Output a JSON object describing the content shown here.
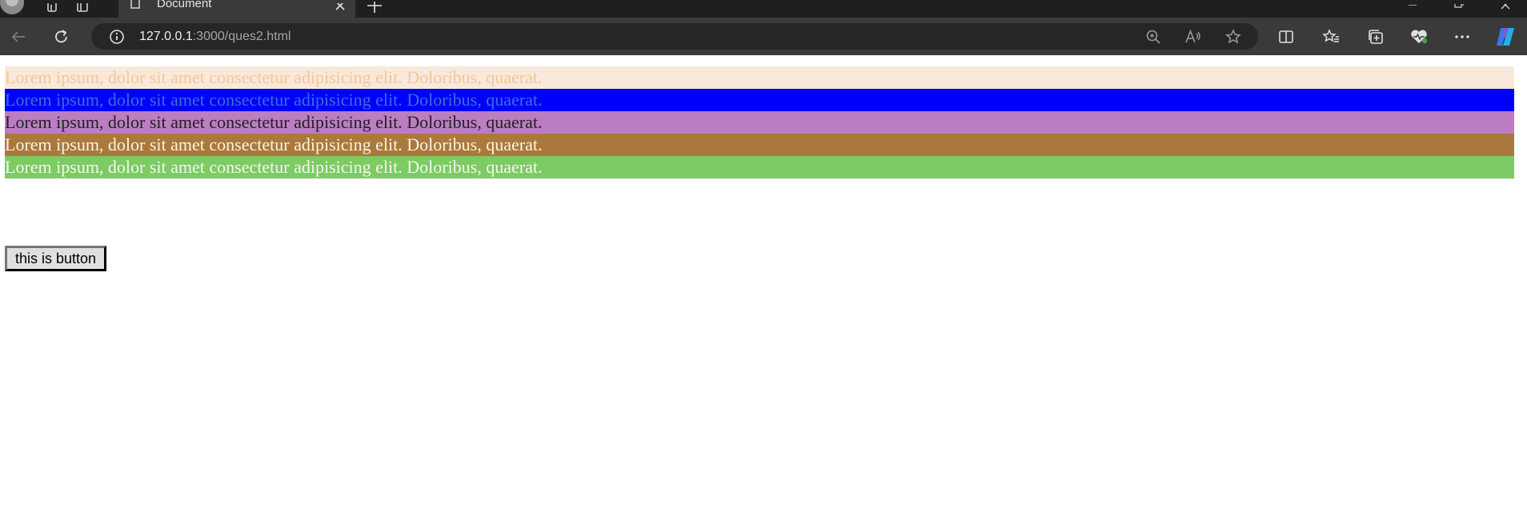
{
  "browser": {
    "tab_title": "Document",
    "url_host": "127.0.0.1",
    "url_path": ":3000/ques2.html"
  },
  "page": {
    "paragraphs": [
      {
        "text": "Lorem ipsum, dolor sit amet consectetur adipisicing elit. Doloribus, quaerat.",
        "bg": "#f8e9da",
        "color": "#f5c797"
      },
      {
        "text": "Lorem ipsum, dolor sit amet consectetur adipisicing elit. Doloribus, quaerat.",
        "bg": "#0000ff",
        "color": "#3a6fd8"
      },
      {
        "text": "Lorem ipsum, dolor sit amet consectetur adipisicing elit. Doloribus, quaerat.",
        "bg": "#bb7ec2",
        "color": "#222222"
      },
      {
        "text": "Lorem ipsum, dolor sit amet consectetur adipisicing elit. Doloribus, quaerat.",
        "bg": "#aa793b",
        "color": "#fbf3e6"
      },
      {
        "text": "Lorem ipsum, dolor sit amet consectetur adipisicing elit. Doloribus, quaerat.",
        "bg": "#7dcb63",
        "color": "#f2f7ee"
      }
    ],
    "button_label": "this is button"
  }
}
